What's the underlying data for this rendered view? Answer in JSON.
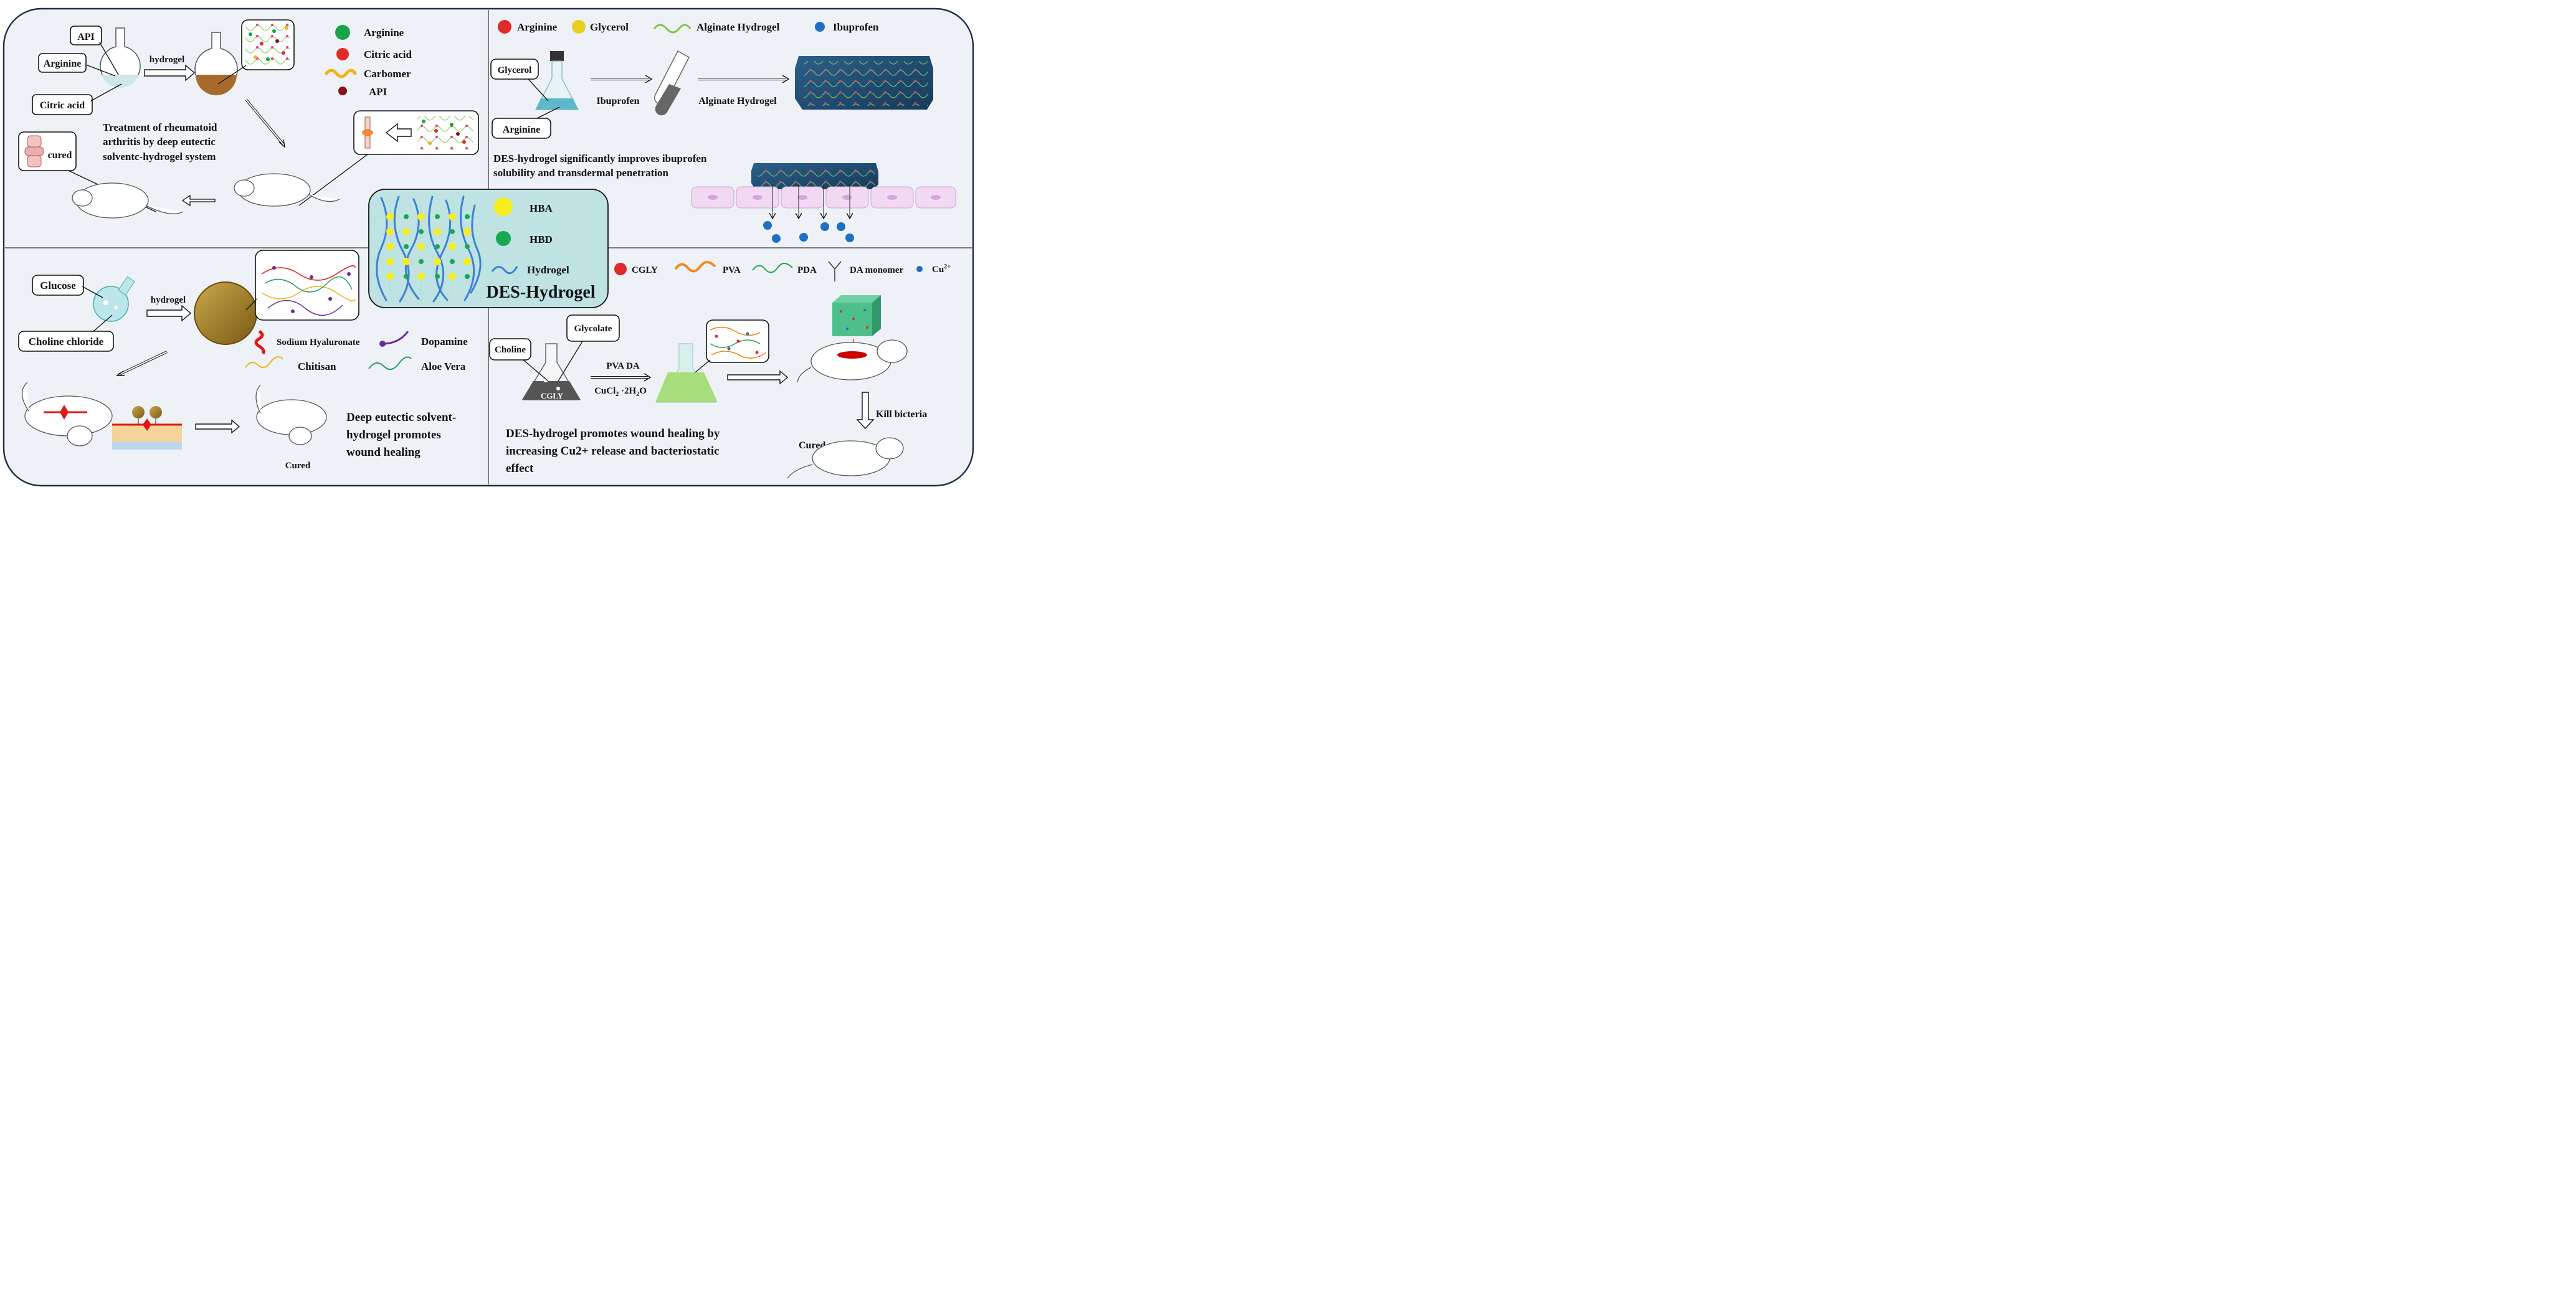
{
  "colors": {
    "panel_bg": "#eef2f7",
    "frame": "#1c2d4a",
    "arginine": "#19a34a",
    "citric_acid": "#e02b2b",
    "carbomer": "#f0b21a",
    "api": "#8b0f1a",
    "glycerol": "#e6d21e",
    "alginate": "#86c44a",
    "ibuprofen": "#1f6fc4",
    "hba": "#f6ee1e",
    "hbd": "#18a850",
    "hydrogel_line": "#3e7fd6",
    "des_box": "#bfe3e3",
    "pva": "#f08a1a",
    "pda": "#2aa34a",
    "cu": "#1f6fc4",
    "hyaluronate": "#e01818",
    "dopamine": "#6a2c9a",
    "chitisan": "#f0b21a",
    "aloe": "#2a9a6a"
  },
  "center": {
    "title": "DES-Hydrogel",
    "legend": [
      {
        "label": "HBA",
        "icon": "yellow-circle-icon"
      },
      {
        "label": "HBD",
        "icon": "green-circle-icon"
      },
      {
        "label": "Hydrogel",
        "icon": "blue-wave-icon"
      }
    ]
  },
  "top_left": {
    "callouts": {
      "api": "API",
      "arginine": "Arginine",
      "citric_acid": "Citric acid",
      "cured": "cured"
    },
    "arrow_label": "hydrogel",
    "legend": [
      {
        "label": "Arginine",
        "icon": "green-circle-icon"
      },
      {
        "label": "Citric acid",
        "icon": "red-circle-icon"
      },
      {
        "label": "Carbomer",
        "icon": "yellow-wave-icon"
      },
      {
        "label": "API",
        "icon": "dark-red-dot-icon"
      }
    ],
    "caption_lines": [
      "Treatment of rheumatoid",
      "arthritis by deep eutectic",
      "solventc-hydrogel system"
    ]
  },
  "top_right": {
    "legend": [
      {
        "label": "Arginine",
        "icon": "red-circle-icon"
      },
      {
        "label": "Glycerol",
        "icon": "yellow-circle-icon"
      },
      {
        "label": "Alginate Hydrogel",
        "icon": "green-wave-icon"
      },
      {
        "label": "Ibuprofen",
        "icon": "blue-dot-icon"
      }
    ],
    "callouts": {
      "glycerol": "Glycerol",
      "arginine": "Arginine"
    },
    "arrow_labels": {
      "first": "Ibuprofen",
      "second": "Alginate Hydrogel"
    },
    "caption_lines": [
      "DES-hydrogel significantly improves ibuprofen",
      "solubility and transdermal penetration"
    ]
  },
  "bottom_left": {
    "callouts": {
      "glucose": "Glucose",
      "choline_chloride": "Choline chloride"
    },
    "arrow_label": "hydrogel",
    "legend": [
      {
        "label": "Sodium Hyaluronate",
        "icon": "red-wave-icon"
      },
      {
        "label": "Dopamine",
        "icon": "purple-curl-icon"
      },
      {
        "label": "Chitisan",
        "icon": "yellow-wave-icon"
      },
      {
        "label": "Aloe Vera",
        "icon": "green-wave-icon"
      }
    ],
    "cured_label": "Cured",
    "caption_lines": [
      "Deep eutectic solvent-",
      "hydrogel promotes",
      "wound healing"
    ]
  },
  "bottom_right": {
    "legend": [
      {
        "label": "CGLY",
        "icon": "red-circle-icon"
      },
      {
        "label": "PVA",
        "icon": "orange-wave-icon"
      },
      {
        "label": "PDA",
        "icon": "green-wave-icon"
      },
      {
        "label": "DA monomer",
        "icon": "y-branch-icon"
      },
      {
        "label": "Cu",
        "sup": "2+",
        "icon": "blue-dot-icon"
      }
    ],
    "callouts": {
      "choline": "Choline",
      "glycolate": "Glycolate"
    },
    "flask_label": "CGLY",
    "arrow_top": "PVA  DA",
    "arrow_bottom": {
      "a": "CuCl",
      "sub": "2",
      "b": " ·2H",
      "sub2": "2",
      "c": "O"
    },
    "kill_label": "Kill bicteria",
    "cured_label": "Cured",
    "caption_lines": [
      "DES-hydrogel promotes wound healing by",
      "increasing Cu2+ release and bacteriostatic",
      "effect"
    ]
  }
}
